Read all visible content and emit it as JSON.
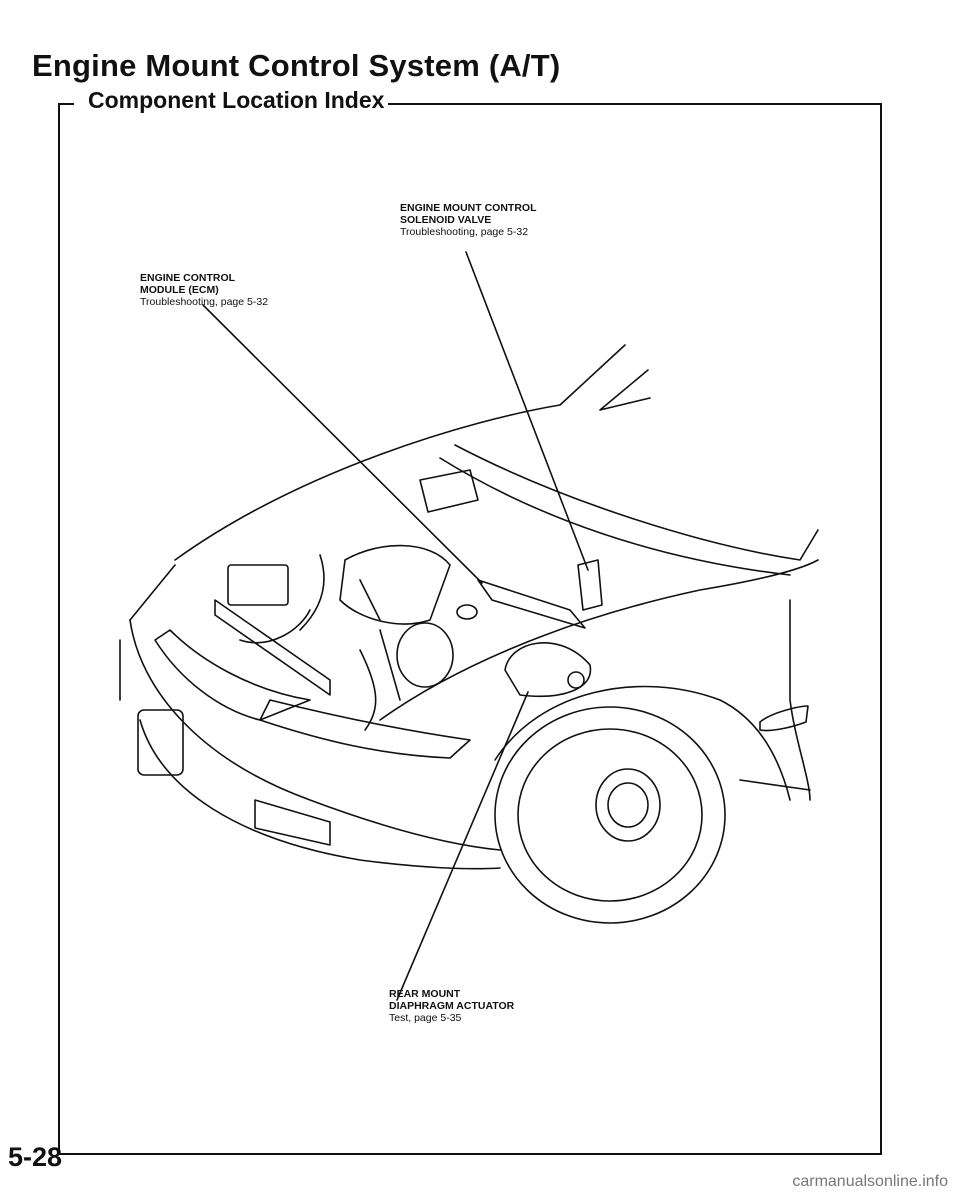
{
  "header": {
    "title": "Engine Mount Control System (A/T)",
    "section": "Component Location Index"
  },
  "callouts": {
    "solenoid": {
      "name": "ENGINE MOUNT CONTROL\nSOLENOID VALVE",
      "ref": "Troubleshooting, page 5-32"
    },
    "ecm": {
      "name": "ENGINE CONTROL\nMODULE (ECM)",
      "ref": "Troubleshooting, page 5-32"
    },
    "actuator": {
      "name": "REAR MOUNT\nDIAPHRAGM ACTUATOR",
      "ref": "Test, page 5-35"
    }
  },
  "footer": {
    "page_number": "5-28",
    "watermark": "carmanualsonline.info"
  }
}
